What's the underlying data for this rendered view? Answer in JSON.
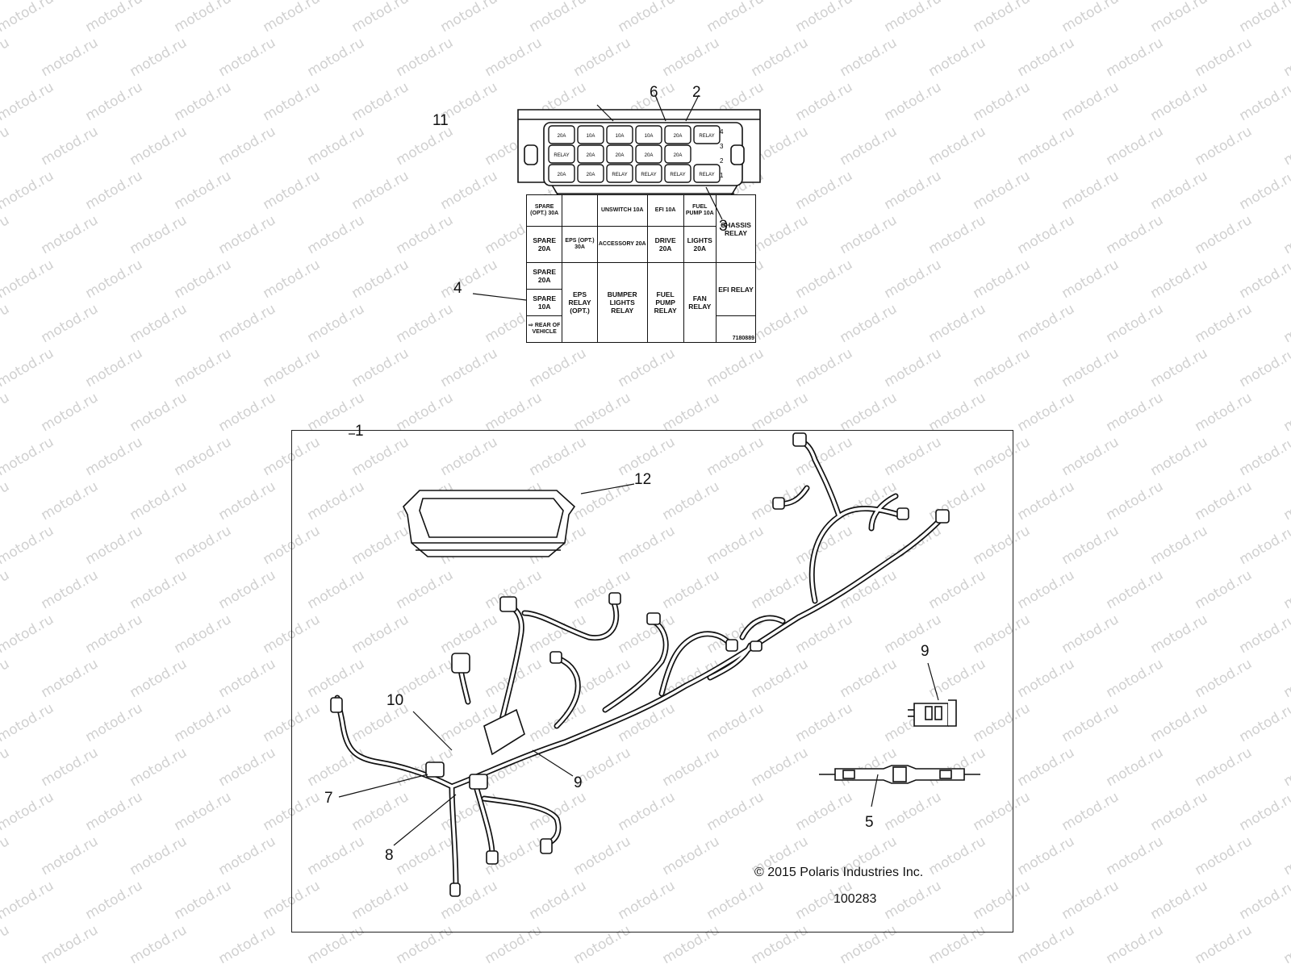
{
  "watermark": "motod.ru",
  "callouts": [
    "11",
    "6",
    "2",
    "3",
    "4",
    "1",
    "12",
    "9",
    "10",
    "9",
    "7",
    "8",
    "5"
  ],
  "fuse_label": {
    "rows": [
      [
        "SPARE (OPT.) 30A",
        "",
        "UNSWITCH 10A",
        "EFI 10A",
        "FUEL PUMP 10A",
        "CHASSIS RELAY"
      ],
      [
        "SPARE 20A",
        "EPS (OPT.) 30A",
        "ACCESSORY 20A",
        "DRIVE 20A",
        "LIGHTS 20A"
      ],
      [
        "SPARE 20A",
        "EPS RELAY (OPT.)",
        "BUMPER LIGHTS RELAY",
        "FUEL PUMP RELAY",
        "FAN RELAY",
        "EFI RELAY"
      ],
      [
        "SPARE 10A"
      ],
      [
        "REAR OF VEHICLE",
        "7180889"
      ]
    ]
  },
  "fuse_box_cells": [
    "20A",
    "10A",
    "10A",
    "10A",
    "20A",
    "RELAY",
    "20A",
    "20A",
    "20A",
    "20A",
    "20A",
    "20A",
    "RELAY",
    "RELAY",
    "RELAY",
    "RELAY",
    "RELAY"
  ],
  "fuse_box_side_numbers": [
    "4",
    "3",
    "2",
    "1"
  ],
  "copyright": "© 2015 Polaris Industries Inc.",
  "figure_id": "100283"
}
